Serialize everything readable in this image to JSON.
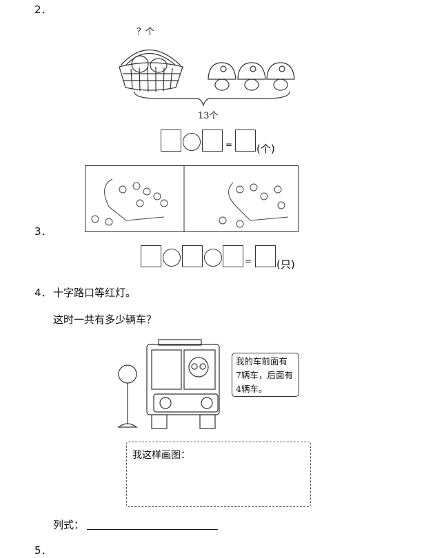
{
  "q2": {
    "number": "2．",
    "question_mark_label": "？个",
    "total_label": "13个",
    "unit": "(个)",
    "equals": "="
  },
  "q3": {
    "number": "3．",
    "unit": "(只)",
    "equals": "="
  },
  "q4": {
    "number": "4．",
    "title": "十字路口等红灯。",
    "question": "这时一共有多少辆车？",
    "speech_lines": [
      "我的车前面有",
      "7辆车，后面有",
      "4辆车。"
    ],
    "draw_label": "我这样画图：",
    "formula_label": "列式："
  },
  "q5": {
    "number": "5．"
  }
}
